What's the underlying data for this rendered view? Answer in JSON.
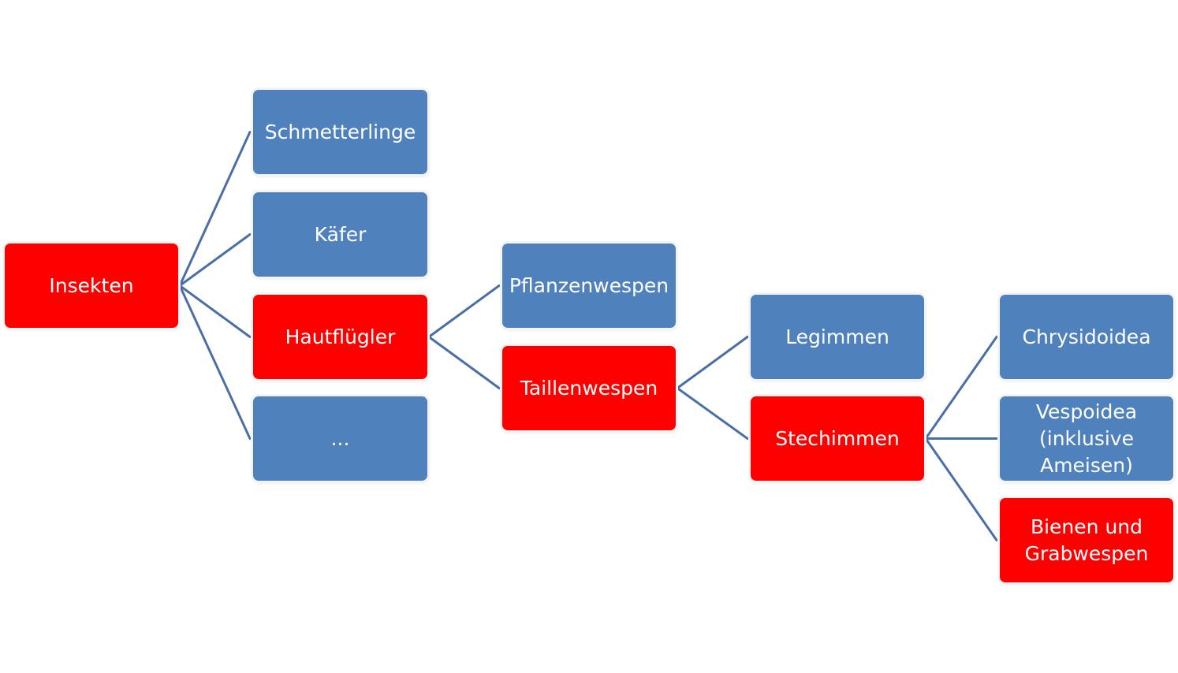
{
  "colors": {
    "highlight": "#ff0000",
    "normal": "#4f81bd",
    "connector": "#4a6fa5"
  },
  "nodes": {
    "insekten": {
      "label": "Insekten",
      "style": "highlight"
    },
    "schmetterlinge": {
      "label": "Schmetterlinge",
      "style": "normal"
    },
    "kaefer": {
      "label": "Käfer",
      "style": "normal"
    },
    "hautfluegler": {
      "label": "Hautflügler",
      "style": "highlight"
    },
    "dots": {
      "label": "...",
      "style": "normal"
    },
    "pflanzenwespen": {
      "label": "Pflanzenwespen",
      "style": "normal"
    },
    "taillenwespen": {
      "label": "Taillenwespen",
      "style": "highlight"
    },
    "legimmen": {
      "label": "Legimmen",
      "style": "normal"
    },
    "stechimmen": {
      "label": "Stechimmen",
      "style": "highlight"
    },
    "chrysidoidea": {
      "label": "Chrysidoidea",
      "style": "normal"
    },
    "vespoidea": {
      "label": "Vespoidea\n(inklusive\nAmeisen)",
      "style": "normal"
    },
    "bienen": {
      "label": "Bienen und\nGrabwespen",
      "style": "highlight"
    }
  },
  "edges": [
    [
      "insekten",
      "schmetterlinge"
    ],
    [
      "insekten",
      "kaefer"
    ],
    [
      "insekten",
      "hautfluegler"
    ],
    [
      "insekten",
      "dots"
    ],
    [
      "hautfluegler",
      "pflanzenwespen"
    ],
    [
      "hautfluegler",
      "taillenwespen"
    ],
    [
      "taillenwespen",
      "legimmen"
    ],
    [
      "taillenwespen",
      "stechimmen"
    ],
    [
      "stechimmen",
      "chrysidoidea"
    ],
    [
      "stechimmen",
      "vespoidea"
    ],
    [
      "stechimmen",
      "bienen"
    ]
  ]
}
